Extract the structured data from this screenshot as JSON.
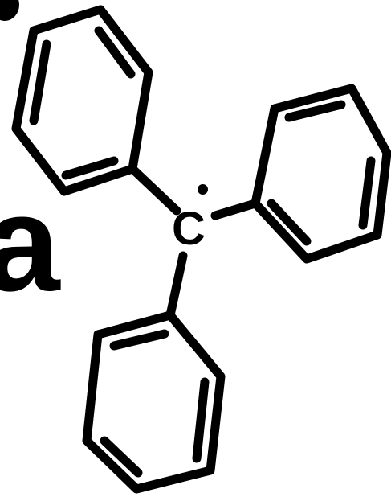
{
  "figure": {
    "panel_label": "a",
    "center_atom": "C",
    "radical": true,
    "substituents": [
      "phenyl",
      "phenyl",
      "phenyl"
    ],
    "line_color": "#000000",
    "background_color": "#ffffff"
  }
}
